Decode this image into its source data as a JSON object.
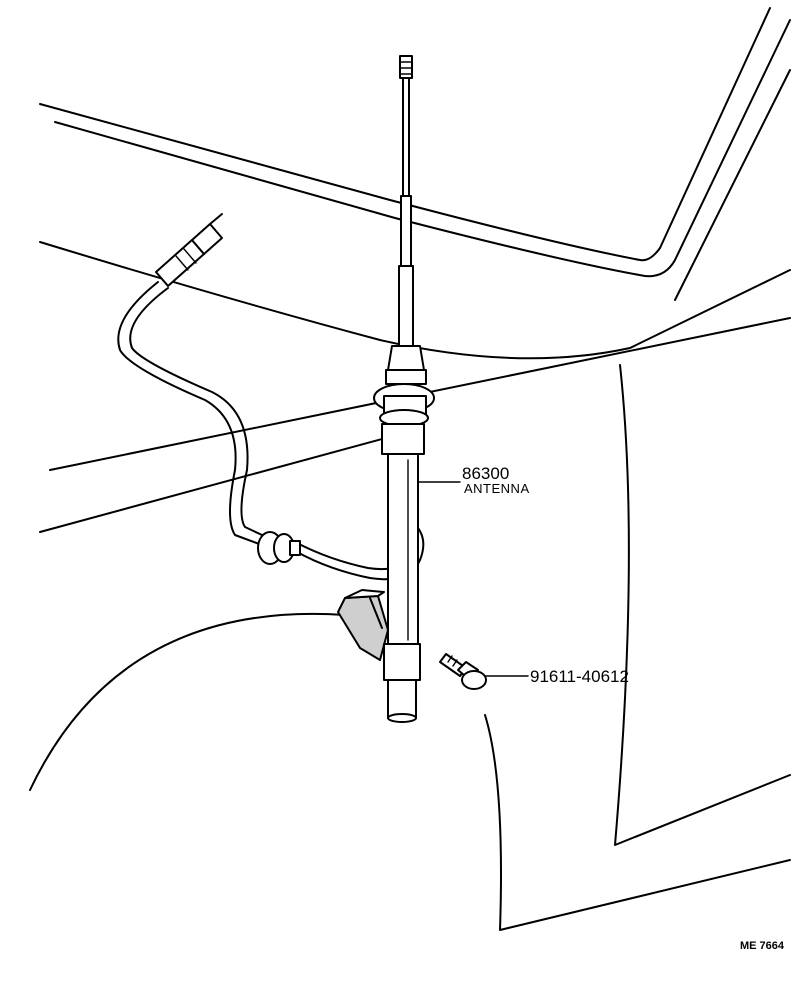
{
  "parts": [
    {
      "number": "86300",
      "name": "ANTENNA"
    },
    {
      "number": "91611-40612",
      "name": ""
    }
  ],
  "reference": "ME 7664"
}
